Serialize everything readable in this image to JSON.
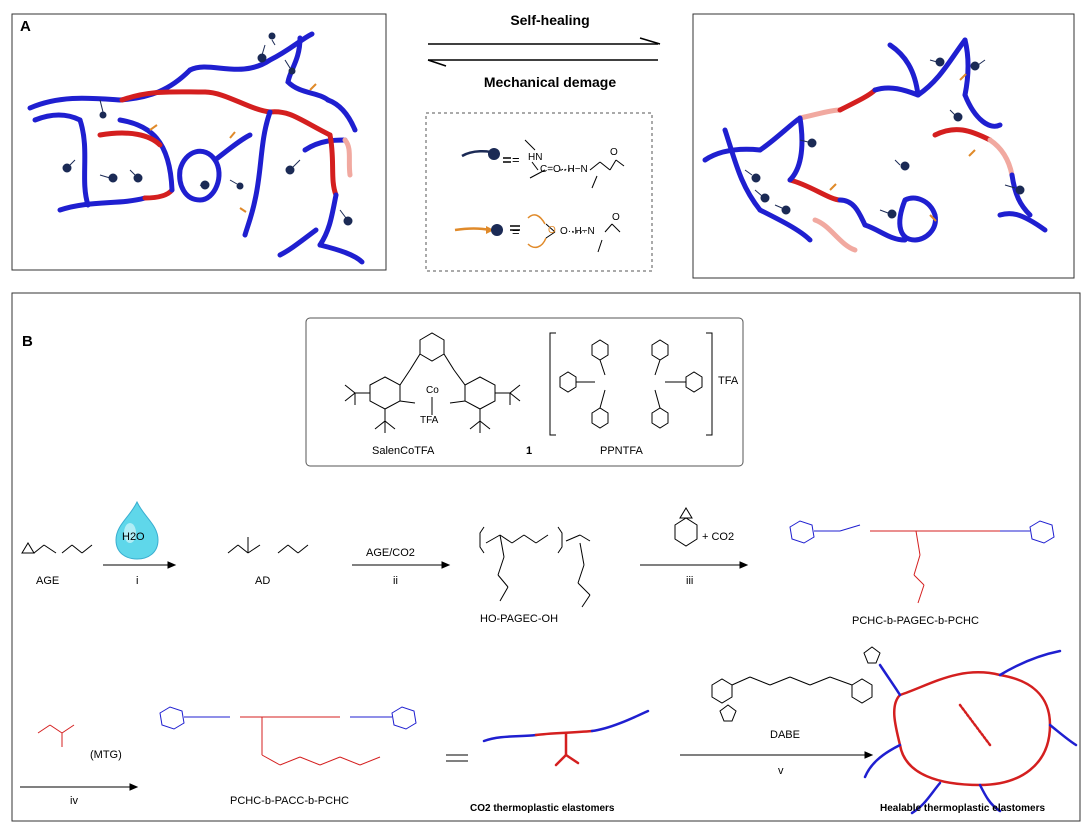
{
  "panel_a": {
    "letter": "A",
    "arrow_forward_label": "Self-healing",
    "arrow_reverse_label": "Mechanical demage"
  },
  "panel_b": {
    "letter": "B",
    "catalyst": {
      "left_name": "SalenCoTFA",
      "number": "1",
      "right_name": "PPNTFA",
      "counterion": "TFA",
      "co_label": "Co",
      "axial_label": "TFA"
    },
    "row1": {
      "age": "AGE",
      "water": "H2O",
      "step_i": "i",
      "ad": "AD",
      "reagent_ii": "AGE/CO2",
      "step_ii": "ii",
      "ho_pagec_oh": "HO-PAGEC-OH",
      "reagent_iii": "+ CO2",
      "step_iii": "iii",
      "pchc_pagec_pchc": "PCHC-b-PAGEC-b-PCHC"
    },
    "row2": {
      "mtg": "(MTG)",
      "step_iv": "iv",
      "pchc_pacc_pchc": "PCHC-b-PACC-b-PCHC",
      "co2_elastomers": "CO2 thermoplastic elastomers",
      "dabe": "DABE",
      "step_v": "v",
      "healable": "Healable thermoplastic elastomers"
    }
  },
  "colors": {
    "blue": "#1f1fd0",
    "red": "#d41f1f",
    "pink": "#f1a9a0",
    "orange": "#e08a2a",
    "navy": "#1b2a55"
  }
}
